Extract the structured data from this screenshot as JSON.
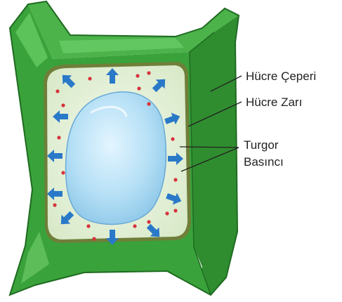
{
  "labels": {
    "cell_wall": "Hücre Çeperi",
    "cell_membrane": "Hücre Zarı",
    "turgor_line1": "Turgor",
    "turgor_line2": "Basıncı"
  },
  "colors": {
    "wall_dark": "#2e8b2e",
    "wall_mid": "#3fa73f",
    "wall_light": "#5cc25a",
    "membrane": "#6f7f3a",
    "cytoplasm": "#e4f0d8",
    "vacuole": "#a9d8f2",
    "arrow": "#2a79c8",
    "dot": "#d6343c",
    "text": "#222222"
  },
  "icons": {
    "pressure_arrow": "arrow-icon",
    "particle": "dot-icon"
  }
}
